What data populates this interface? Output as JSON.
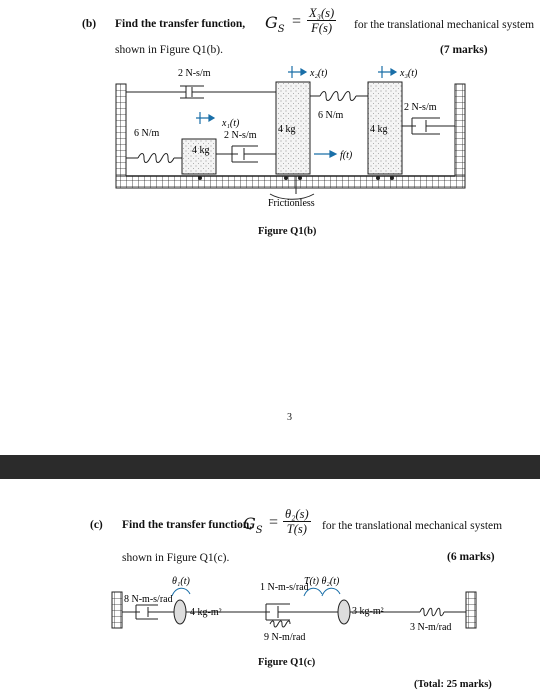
{
  "part_b": {
    "label": "(b)",
    "prefix": "Find the transfer function,",
    "lhs": "G",
    "lhs_sub": "S",
    "eq": "=",
    "num": "X₃(s)",
    "den": "F(s)",
    "suffix": "for the translational mechanical system",
    "line2": "shown in Figure Q1(b).",
    "marks": "(7 marks)",
    "figure": {
      "k_left": "6 N/m",
      "f_top": "2 N-s/m",
      "x1": "x₁(t)",
      "f_mid": "2 N-s/m",
      "mass1": "4 kg",
      "mass2": "4 kg",
      "x2": "x₂(t)",
      "k_mid": "6 N/m",
      "force": "f(t)",
      "mass3": "4 kg",
      "x3": "x₃(t)",
      "f_right": "2 N-s/m",
      "frictionless": "Frictionless"
    },
    "caption": "Figure Q1(b)",
    "page_no": "3"
  },
  "part_c": {
    "label": "(c)",
    "prefix": "Find the transfer function,",
    "lhs": "G",
    "lhs_sub": "S",
    "eq": "=",
    "num": "θ₂(s)",
    "den": "T(s)",
    "suffix": "for the translational mechanical system",
    "line2": "shown in Figure Q1(c).",
    "marks": "(6 marks)",
    "figure": {
      "d1": "8 N-m-s/rad",
      "theta1": "θ₁(t)",
      "j1": "4 kg-m²",
      "d2": "1 N-m-s/rad",
      "torque": "T(t) θ₂(t)",
      "k1": "9 N-m/rad",
      "j2": "3 kg-m²",
      "k2": "3 N-m/rad"
    },
    "caption": "Figure Q1(c)",
    "total": "(Total: 25 marks)"
  }
}
